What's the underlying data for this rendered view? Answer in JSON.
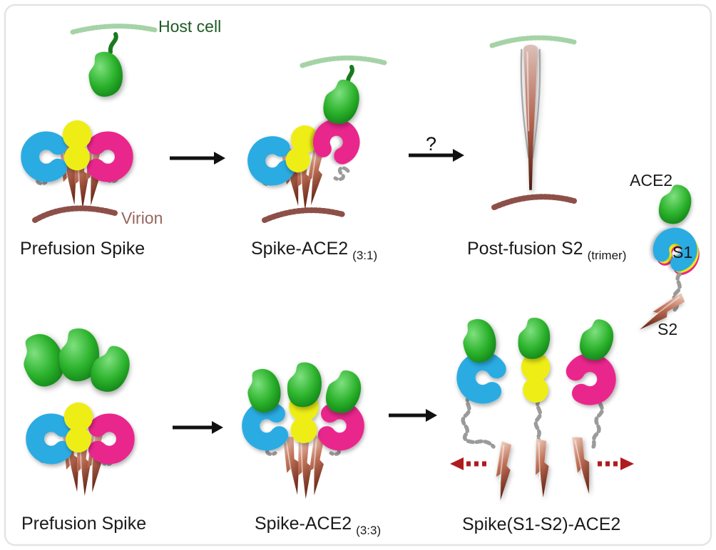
{
  "colors": {
    "ace2_green_light": "#7fe07f",
    "ace2_green_mid": "#2db32d",
    "ace2_green_dark": "#0c7a14",
    "ace2_stem": "#1b7a1f",
    "s1_blue": "#29abe2",
    "s1_yellow": "#eeee12",
    "s1_magenta": "#e9268c",
    "s2_light": "#f3d8ca",
    "s2_mid": "#c1735a",
    "s2_dark": "#6b2818",
    "postfusion_top": "#dcc0b8",
    "postfusion_mid": "#b2614c",
    "postfusion_bottom": "#4a1b10",
    "host_membrane": "#a5d3a6",
    "virion_membrane": "#8d5048",
    "host_cell_text": "#1c5a24",
    "virion_text": "#97665e",
    "arrow_black": "#111111",
    "dissociation_red": "#b01b1e",
    "linker_gray": "#9b9b9b",
    "label_text": "#1a1a1a",
    "frame_border": "#e4e4e4"
  },
  "panels": [
    {
      "label": "Prefusion Spike",
      "sub": ""
    },
    {
      "label": "Spike-ACE2",
      "sub": "(3:1)"
    },
    {
      "label": "Post-fusion S2",
      "sub": "(trimer)"
    },
    {
      "label": "Prefusion Spike",
      "sub": ""
    },
    {
      "label": "Spike-ACE2",
      "sub": "(3:3)"
    },
    {
      "label": "Spike(S1-S2)-ACE2",
      "sub": ""
    }
  ],
  "annotations": {
    "host_cell": "Host cell",
    "virion": "Virion",
    "question": "?",
    "ace2": "ACE2",
    "s1": "S1",
    "s2": "S2"
  }
}
